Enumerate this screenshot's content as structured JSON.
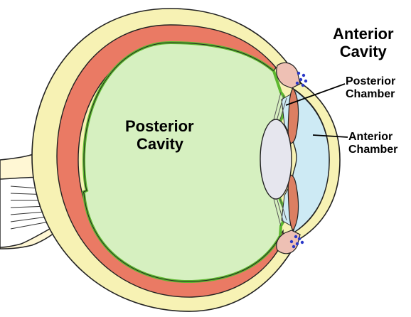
{
  "labels": {
    "posterior_cavity": [
      "Posterior",
      "Cavity"
    ],
    "anterior_cavity": [
      "Anterior",
      "Cavity"
    ],
    "posterior_chamber": [
      "Posterior",
      "Chamber"
    ],
    "anterior_chamber": [
      "Anterior",
      "Chamber"
    ]
  },
  "colors": {
    "sclera": "#f7f2b4",
    "choroid": "#ea7a64",
    "retina": "#5cb82f",
    "vitreous": "#d6f0c0",
    "aqueous": "#cdeaf4",
    "lens": "#e6e6ee",
    "iris": "#dc7f62",
    "ciliary_body": "#eec0b4",
    "drainage_dots": "#2a38c8",
    "optic_nerve": "#ffffff",
    "outline": "#222222"
  }
}
